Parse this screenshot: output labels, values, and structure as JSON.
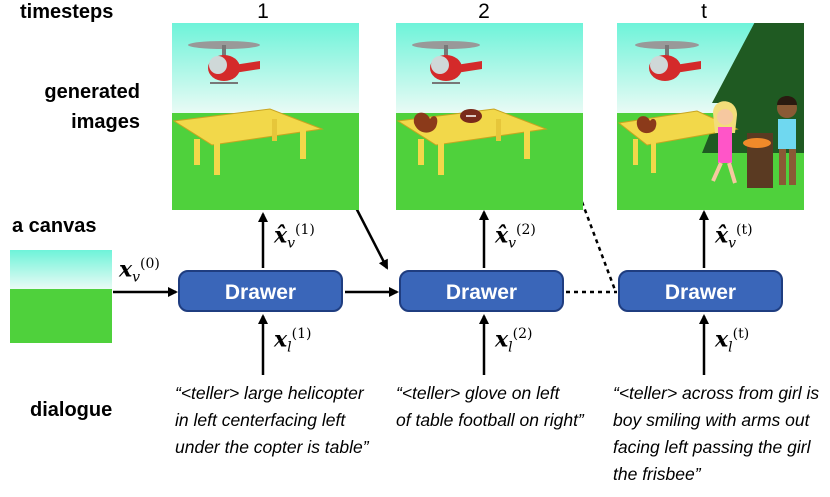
{
  "row_labels": {
    "timesteps": "timesteps",
    "generated_line1": "generated",
    "generated_line2": "images",
    "canvas": "a canvas",
    "dialogue": "dialogue"
  },
  "timesteps": [
    "1",
    "2",
    "t"
  ],
  "drawer_label": "Drawer",
  "input_label": {
    "var": "x",
    "sub": "v",
    "sup": "(0)"
  },
  "outputs": [
    {
      "var": "x̂",
      "sub": "v",
      "sup": "(1)"
    },
    {
      "var": "x̂",
      "sub": "v",
      "sup": "(2)"
    },
    {
      "var": "x̂",
      "sub": "v",
      "sup": "(t)"
    }
  ],
  "language_inputs": [
    {
      "var": "x",
      "sub": "l",
      "sup": "(1)"
    },
    {
      "var": "x",
      "sub": "l",
      "sup": "(2)"
    },
    {
      "var": "x",
      "sub": "l",
      "sup": "(t)"
    }
  ],
  "dialogues": [
    {
      "line1": "“<teller> large helicopter",
      "line2": "in left centerfacing left",
      "line3": "under the copter is table”",
      "line4": ""
    },
    {
      "line1": "“<teller> glove on left",
      "line2": "of table football on right”",
      "line3": "",
      "line4": ""
    },
    {
      "line1": "“<teller> across from girl is",
      "line2": "boy smiling with arms out",
      "line3": "facing left passing the girl",
      "line4": "the frisbee”"
    }
  ],
  "colors": {
    "sky_top": "#6ef3d9",
    "sky_bottom": "#e9fbf5",
    "grass": "#4fd13c",
    "drawer_fill": "#3a66b9",
    "table": "#f2d84a"
  }
}
